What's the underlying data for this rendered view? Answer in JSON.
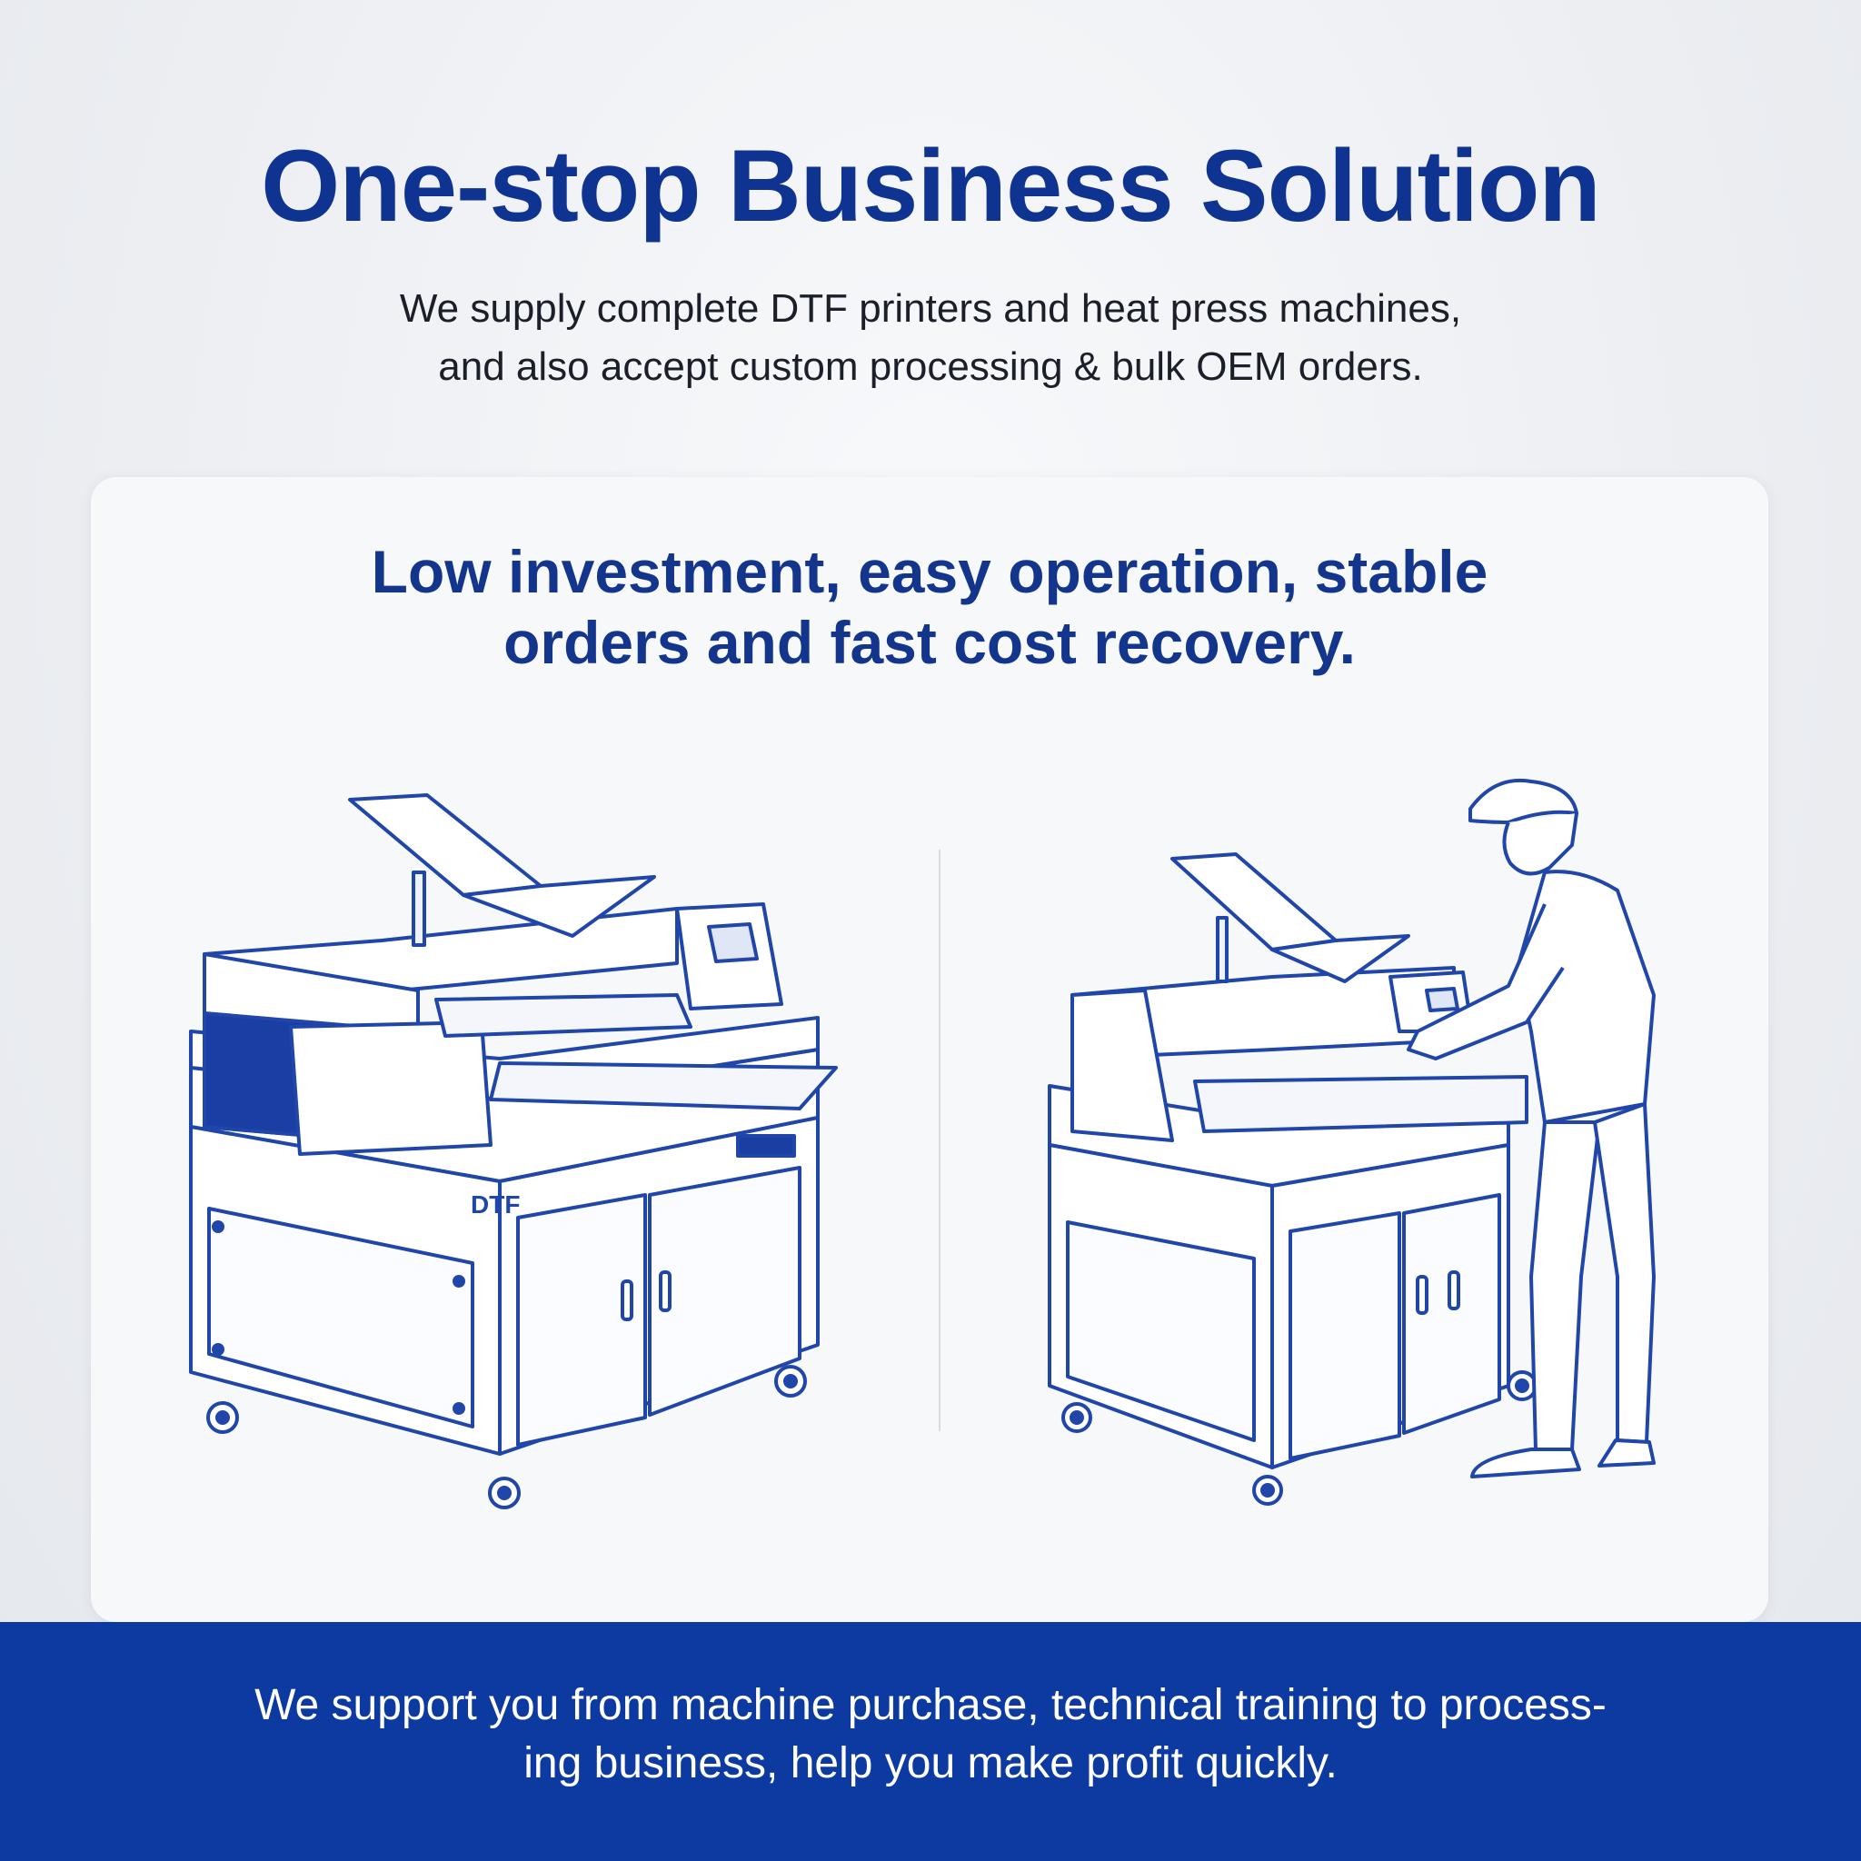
{
  "header": {
    "title": "One-stop Business Solution",
    "subtitle_lines": [
      "We supply complete DTF printers and heat press machines,",
      "and also accept custom processing & bulk OEM orders."
    ]
  },
  "card": {
    "tagline_lines": [
      "Low investment, easy operation, stable",
      "orders and fast cost recovery."
    ],
    "machine_label": "DTF"
  },
  "banner": {
    "lines": [
      "We support you from machine purchase, technical training to process-",
      "ing business, help you make profit quickly."
    ]
  },
  "colors": {
    "primary": "#0f3391",
    "banner": "#0d3aa0",
    "line_art": "#1f46a8"
  }
}
